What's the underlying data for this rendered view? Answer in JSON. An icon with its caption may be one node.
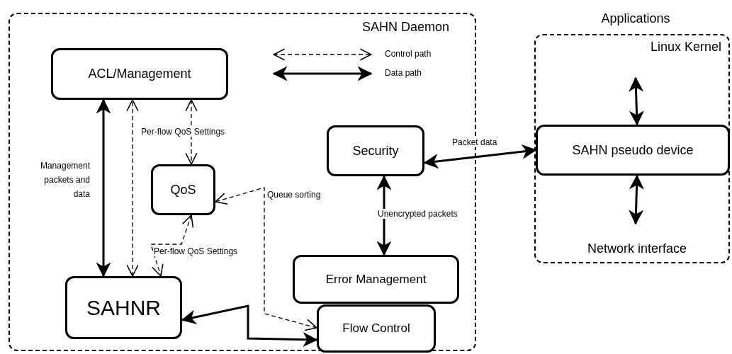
{
  "diagram": {
    "nodes": [
      {
        "text": [
          "SAHN Daemon"
        ]
      },
      {
        "text": [
          "ACL/Management"
        ],
        "in": 0
      },
      {
        "text": [
          "QoS"
        ],
        "in": 0
      },
      {
        "text": [
          "Security"
        ],
        "in": 0
      },
      {
        "text": [
          "SAHNR"
        ],
        "in": 0
      },
      {
        "text": [
          "Error Management"
        ],
        "in": 0
      },
      {
        "text": [
          "Flow Control"
        ],
        "in": 0
      },
      {
        "text": [
          "Linux Kernel",
          "Network interface"
        ]
      },
      {
        "text": [
          "SAHN pseudo device"
        ],
        "in": 7
      }
    ],
    "edges": [
      {
        "from": 4,
        "to": 1,
        "arrow": "both",
        "label": "Management packets and data"
      },
      {
        "from": 4,
        "to": 1,
        "arrow": "both",
        "style": "dashed"
      },
      {
        "from": 1,
        "to": 2,
        "arrow": "both",
        "style": "dashed",
        "label": "Per-flow QoS Settings"
      },
      {
        "from": 2,
        "to": 4,
        "arrow": "both",
        "style": "dashed",
        "label": "Per-flow QoS Settings"
      },
      {
        "from": 6,
        "to": 2,
        "arrow": "both",
        "style": "dashed",
        "label": "Queue sorting"
      },
      {
        "from": 3,
        "to": 8,
        "arrow": "both",
        "label": "Packet data"
      },
      {
        "from": 3,
        "to": 5,
        "arrow": "both",
        "label": "Unencrypted packets"
      },
      {
        "from": 4,
        "to": 6,
        "arrow": "both"
      },
      {
        "from": 8,
        "to": null,
        "arrow": "both"
      },
      {
        "from": 8,
        "to": null,
        "arrow": "both"
      }
    ],
    "labels": [
      "Applications"
    ],
    "legend": [
      {
        "text": "Control path"
      },
      {
        "text": "Data path"
      }
    ]
  }
}
